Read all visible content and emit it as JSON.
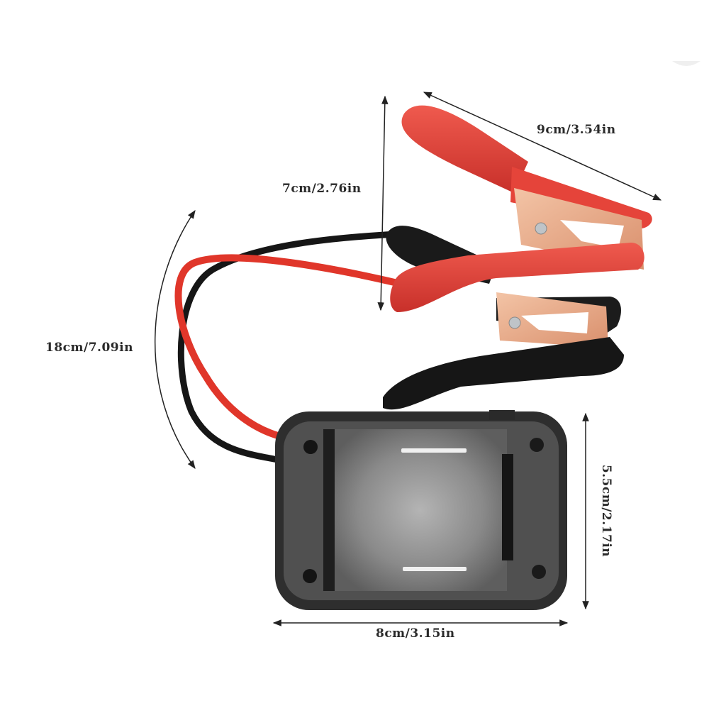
{
  "product": {
    "name": "battery adapter with alligator clamps",
    "colors": {
      "background": "#ffffff",
      "red_cable": "#e0362a",
      "red_clamp": "#e5443a",
      "black_cable": "#161616",
      "copper_jaw": "#e8a888",
      "adapter_body": "#3a3a3a",
      "adapter_face": "#8f8f8f",
      "dimension_line": "#222222"
    }
  },
  "dimensions": {
    "clamp_length": "9cm/3.54in",
    "clamp_height": "7cm/2.76in",
    "cable_length": "18cm/7.09in",
    "adapter_height": "5.5cm/2.17in",
    "adapter_width": "8cm/3.15in"
  }
}
